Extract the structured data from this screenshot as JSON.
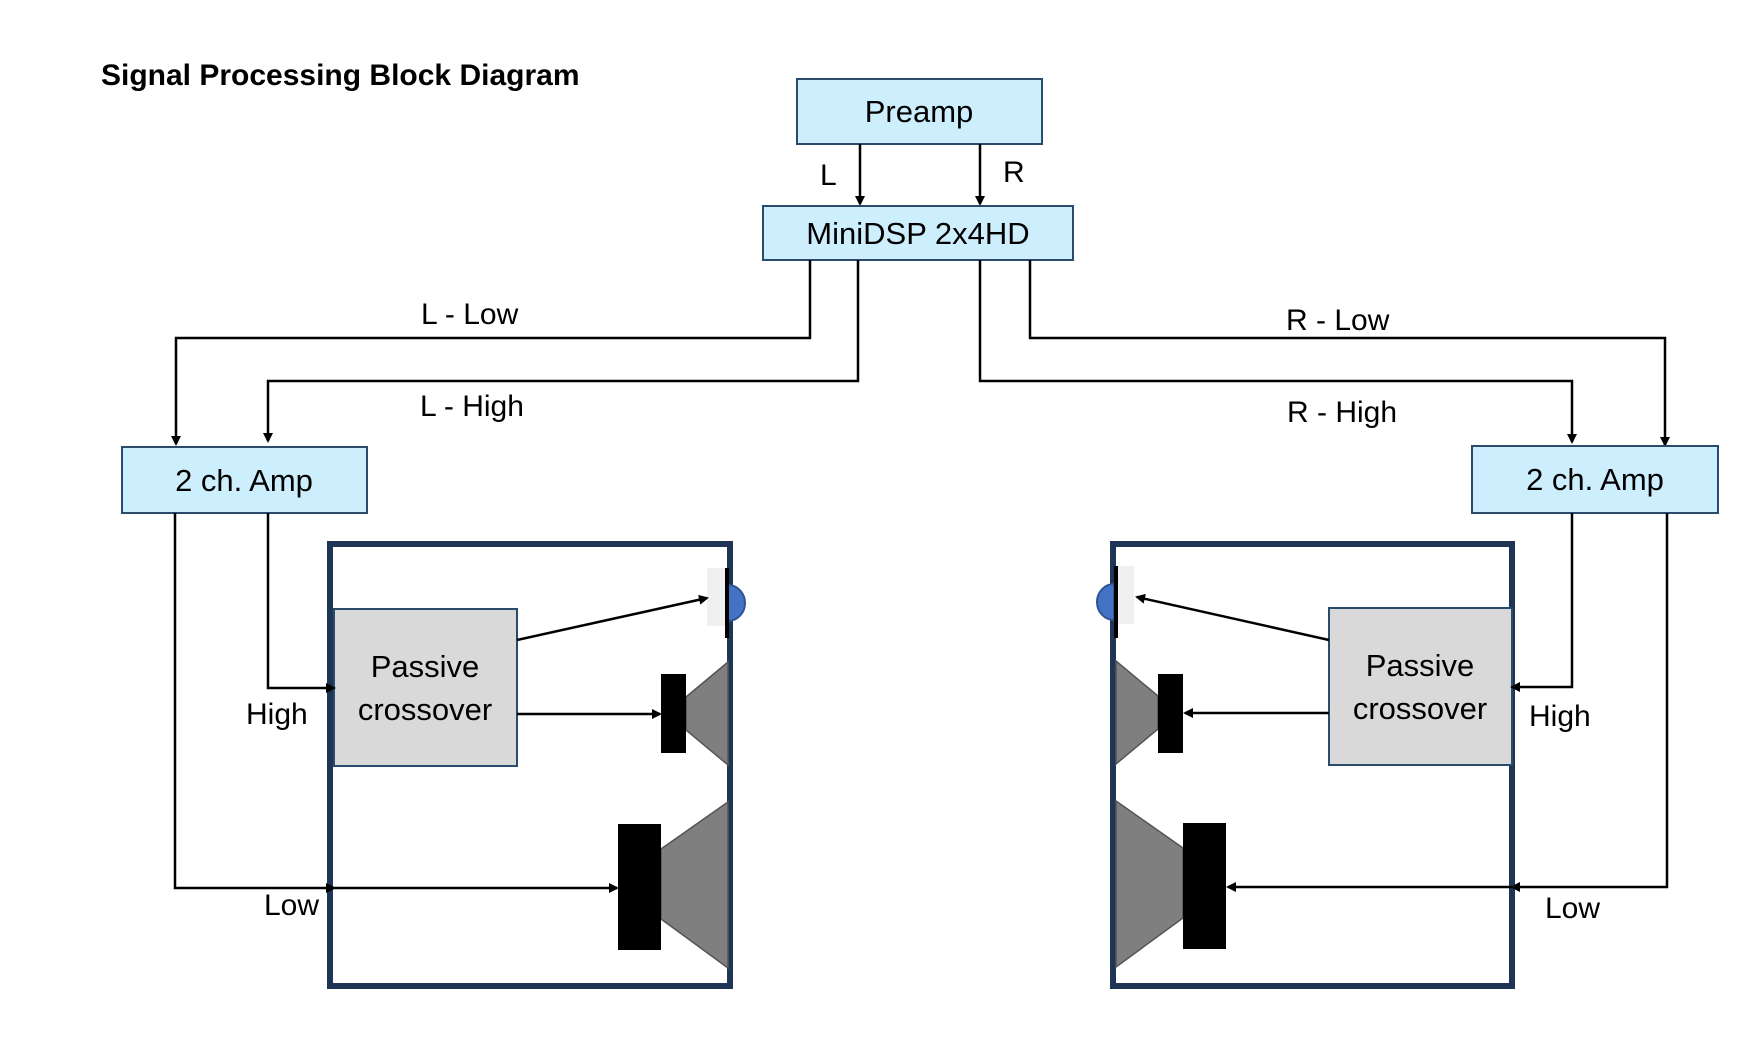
{
  "title": "Signal Processing Block Diagram",
  "blocks": {
    "preamp": "Preamp",
    "dsp": "MiniDSP 2x4HD",
    "amp_left": "2 ch. Amp",
    "amp_right": "2 ch. Amp",
    "crossover_left": [
      "Passive",
      "crossover"
    ],
    "crossover_right": [
      "Passive",
      "crossover"
    ]
  },
  "channels": {
    "left": "L",
    "right": "R"
  },
  "wires": {
    "l_low": "L - Low",
    "l_high": "L - High",
    "r_low": "R - Low",
    "r_high": "R - High",
    "left_high": "High",
    "left_low": "Low",
    "right_high": "High",
    "right_low": "Low"
  },
  "colors": {
    "block_fill": "#cdeefd",
    "crossover_fill": "#d9d9d9",
    "cabinet_border": "#1f3556",
    "driver_body": "#000000",
    "driver_cone": "#7f7f7f",
    "tweeter_dome": "#4472c4"
  }
}
